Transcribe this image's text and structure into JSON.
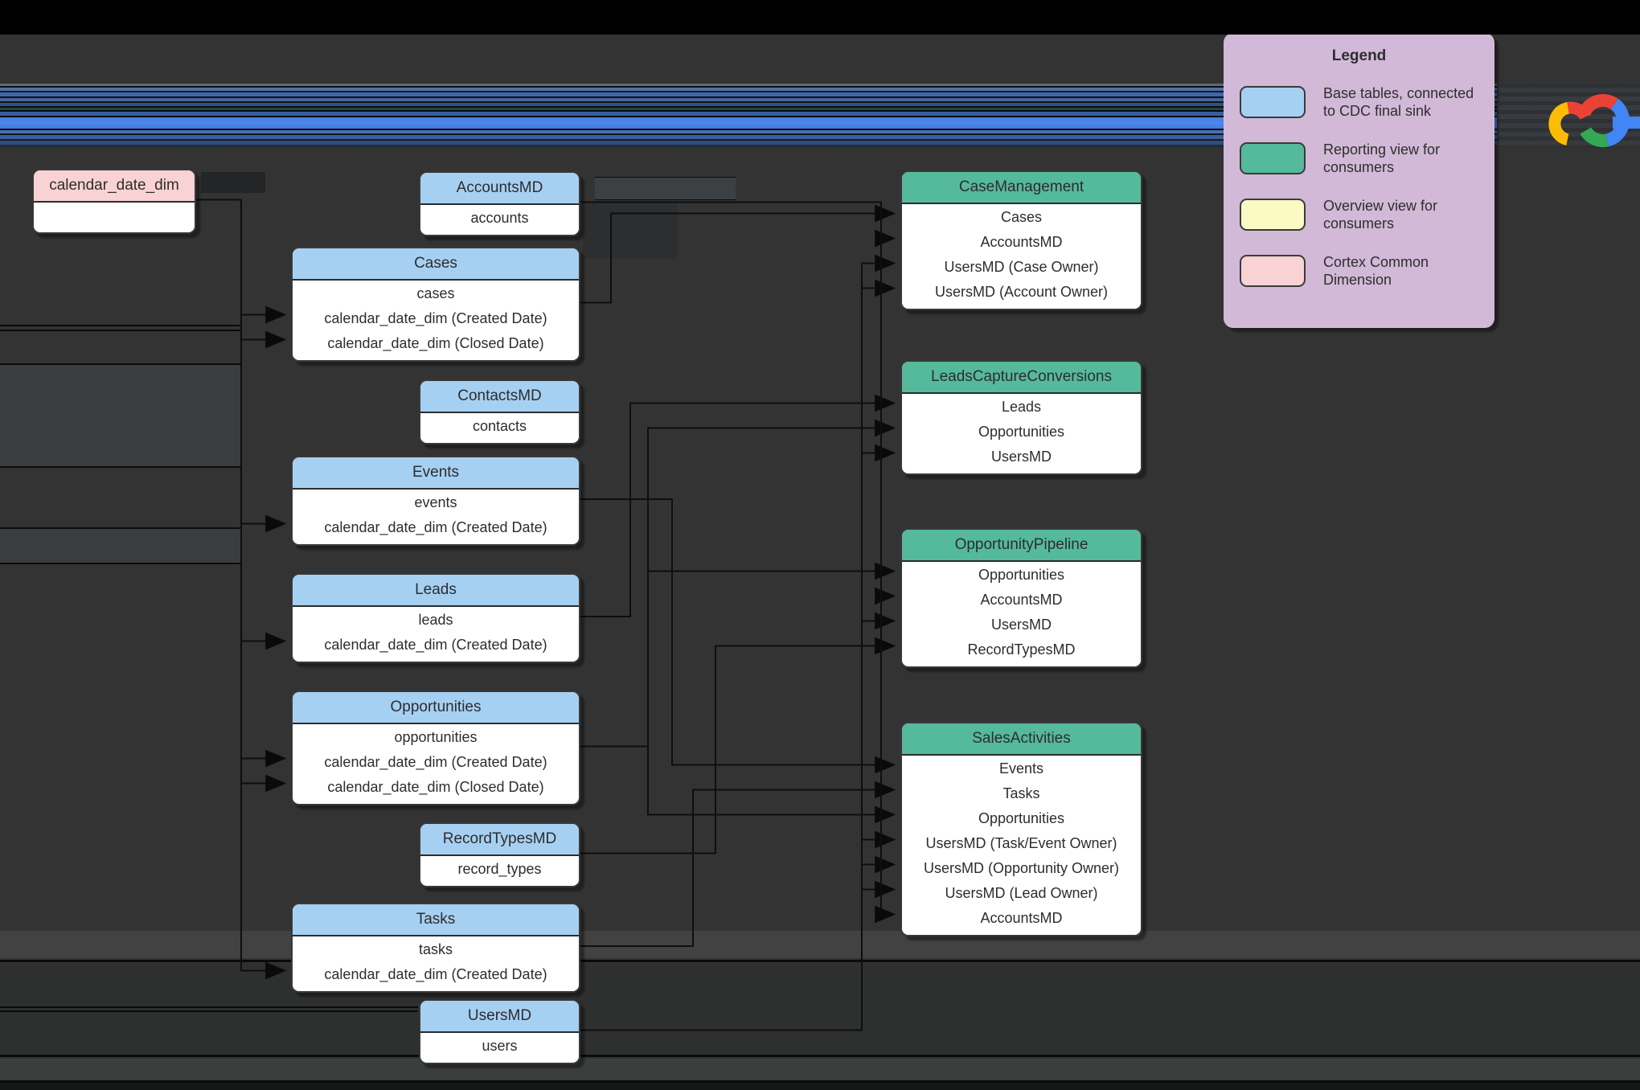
{
  "legend": {
    "title": "Legend",
    "items": [
      {
        "label": "Base tables, connected to CDC final sink",
        "color": "#a6d0f2"
      },
      {
        "label": "Reporting view for consumers",
        "color": "#55b99b"
      },
      {
        "label": "Overview view for consumers",
        "color": "#fbf9c4"
      },
      {
        "label": "Cortex Common Dimension",
        "color": "#f9d2d4"
      }
    ]
  },
  "logo": {
    "name": "Google Cloud"
  },
  "colors": {
    "background": "#333333",
    "base_table": "#a6d0f2",
    "reporting_view": "#55b99b",
    "overview_view": "#fbf9c4",
    "common_dimension": "#f9d2d4",
    "legend_panel": "#d2b9d7"
  },
  "tables": [
    {
      "id": "calendar_date_dim",
      "title": "calendar_date_dim",
      "kind": "dimension",
      "rows": [
        ""
      ]
    },
    {
      "id": "AccountsMD",
      "title": "AccountsMD",
      "kind": "base",
      "rows": [
        "accounts"
      ]
    },
    {
      "id": "Cases",
      "title": "Cases",
      "kind": "base",
      "rows": [
        "cases",
        "calendar_date_dim (Created Date)",
        "calendar_date_dim (Closed Date)"
      ]
    },
    {
      "id": "ContactsMD",
      "title": "ContactsMD",
      "kind": "base",
      "rows": [
        "contacts"
      ]
    },
    {
      "id": "Events",
      "title": "Events",
      "kind": "base",
      "rows": [
        "events",
        "calendar_date_dim (Created Date)"
      ]
    },
    {
      "id": "Leads",
      "title": "Leads",
      "kind": "base",
      "rows": [
        "leads",
        "calendar_date_dim (Created Date)"
      ]
    },
    {
      "id": "Opportunities",
      "title": "Opportunities",
      "kind": "base",
      "rows": [
        "opportunities",
        "calendar_date_dim (Created Date)",
        "calendar_date_dim (Closed Date)"
      ]
    },
    {
      "id": "RecordTypesMD",
      "title": "RecordTypesMD",
      "kind": "base",
      "rows": [
        "record_types"
      ]
    },
    {
      "id": "Tasks",
      "title": "Tasks",
      "kind": "base",
      "rows": [
        "tasks",
        "calendar_date_dim (Created Date)"
      ]
    },
    {
      "id": "UsersMD",
      "title": "UsersMD",
      "kind": "base",
      "rows": [
        "users"
      ]
    },
    {
      "id": "CaseManagement",
      "title": "CaseManagement",
      "kind": "view",
      "rows": [
        "Cases",
        "AccountsMD",
        "UsersMD (Case Owner)",
        "UsersMD (Account Owner)"
      ]
    },
    {
      "id": "LeadsCaptureConversions",
      "title": "LeadsCaptureConversions",
      "kind": "view",
      "rows": [
        "Leads",
        "Opportunities",
        "UsersMD"
      ]
    },
    {
      "id": "OpportunityPipeline",
      "title": "OpportunityPipeline",
      "kind": "view",
      "rows": [
        "Opportunities",
        "AccountsMD",
        "UsersMD",
        "RecordTypesMD"
      ]
    },
    {
      "id": "SalesActivities",
      "title": "SalesActivities",
      "kind": "view",
      "rows": [
        "Events",
        "Tasks",
        "Opportunities",
        "UsersMD (Task/Event Owner)",
        "UsersMD (Opportunity Owner)",
        "UsersMD (Lead Owner)",
        "AccountsMD"
      ]
    }
  ],
  "connections": [
    {
      "from": "Cases",
      "to": "CaseManagement",
      "row": 0
    },
    {
      "from": "AccountsMD",
      "to": "CaseManagement",
      "row": 1
    },
    {
      "from": "UsersMD",
      "to": "CaseManagement",
      "row": 2
    },
    {
      "from": "UsersMD",
      "to": "CaseManagement",
      "row": 3
    },
    {
      "from": "Leads",
      "to": "LeadsCaptureConversions",
      "row": 0
    },
    {
      "from": "Opportunities",
      "to": "LeadsCaptureConversions",
      "row": 1
    },
    {
      "from": "UsersMD",
      "to": "LeadsCaptureConversions",
      "row": 2
    },
    {
      "from": "Opportunities",
      "to": "OpportunityPipeline",
      "row": 0
    },
    {
      "from": "AccountsMD",
      "to": "OpportunityPipeline",
      "row": 1
    },
    {
      "from": "UsersMD",
      "to": "OpportunityPipeline",
      "row": 2
    },
    {
      "from": "RecordTypesMD",
      "to": "OpportunityPipeline",
      "row": 3
    },
    {
      "from": "Events",
      "to": "SalesActivities",
      "row": 0
    },
    {
      "from": "Tasks",
      "to": "SalesActivities",
      "row": 1
    },
    {
      "from": "Opportunities",
      "to": "SalesActivities",
      "row": 2
    },
    {
      "from": "UsersMD",
      "to": "SalesActivities",
      "row": 3
    },
    {
      "from": "UsersMD",
      "to": "SalesActivities",
      "row": 4
    },
    {
      "from": "UsersMD",
      "to": "SalesActivities",
      "row": 5
    },
    {
      "from": "AccountsMD",
      "to": "SalesActivities",
      "row": 6
    },
    {
      "from": "calendar_date_dim",
      "to": "Cases",
      "row": 1
    },
    {
      "from": "calendar_date_dim",
      "to": "Cases",
      "row": 2
    },
    {
      "from": "calendar_date_dim",
      "to": "Events",
      "row": 1
    },
    {
      "from": "calendar_date_dim",
      "to": "Leads",
      "row": 1
    },
    {
      "from": "calendar_date_dim",
      "to": "Opportunities",
      "row": 1
    },
    {
      "from": "calendar_date_dim",
      "to": "Opportunities",
      "row": 2
    },
    {
      "from": "calendar_date_dim",
      "to": "Tasks",
      "row": 1
    }
  ]
}
